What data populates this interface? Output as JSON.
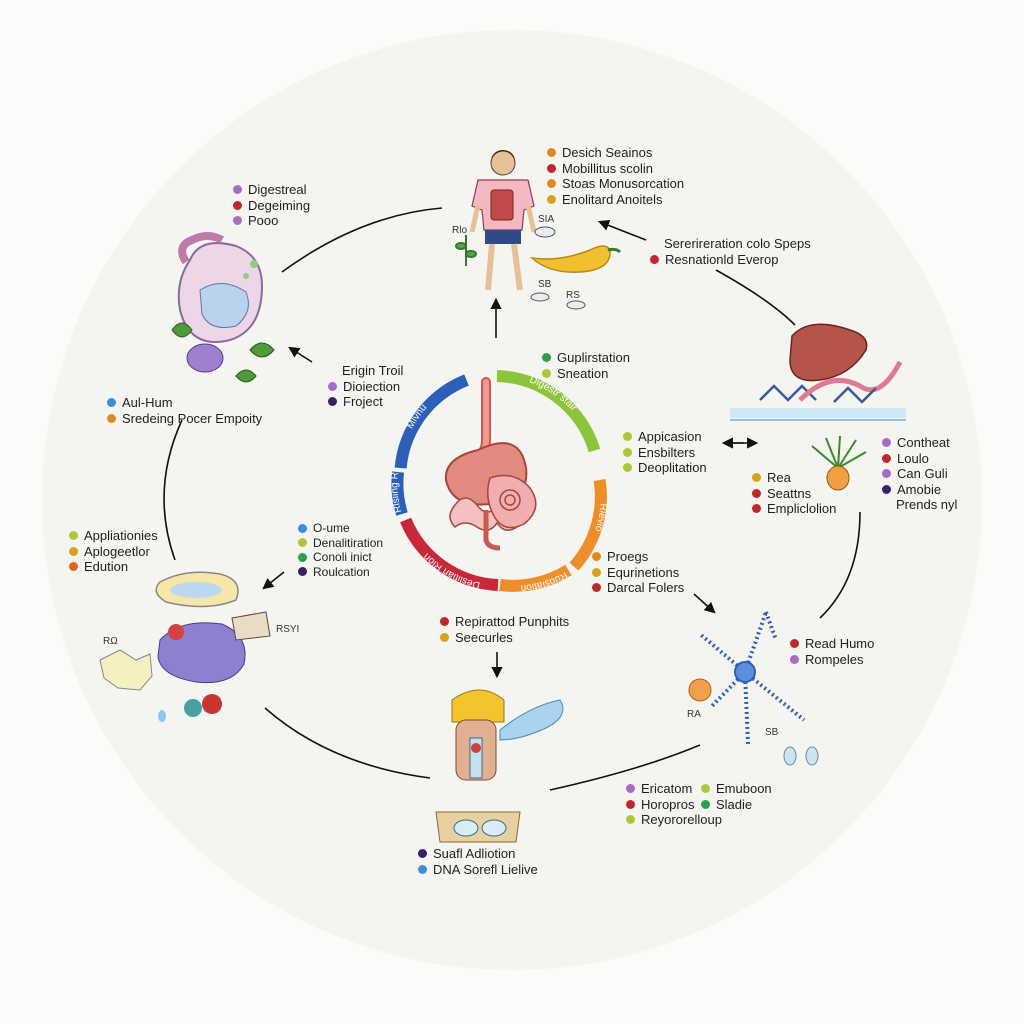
{
  "legends": [
    {
      "id": "digestive",
      "items": [
        {
          "text": "Digestreal",
          "color": "#a56cc1"
        },
        {
          "text": "Degeiming",
          "color": "#c0282d"
        },
        {
          "text": "Pooo",
          "color": "#a56cc1"
        }
      ]
    },
    {
      "id": "human-top",
      "items": [
        {
          "text": "Desich Seainos",
          "color": "#e08a1e"
        },
        {
          "text": "Mobillitus scolin",
          "color": "#c0282d"
        },
        {
          "text": "Stoas Monusorcation",
          "color": "#e08a1e"
        },
        {
          "text": "Enolitard Anoitels",
          "color": "#d9a21b"
        }
      ]
    },
    {
      "id": "respiration",
      "items": [
        {
          "text": "Sererireration colo Speps",
          "color": ""
        },
        {
          "text": "Resnationld Everop",
          "color": "#c0282d"
        }
      ]
    },
    {
      "id": "origin",
      "items": [
        {
          "text": "Erigin Troil",
          "color": ""
        },
        {
          "text": "Dioiection",
          "color": "#a56cc1"
        },
        {
          "text": "Froject",
          "color": "#3b1f6b"
        }
      ]
    },
    {
      "id": "autihum",
      "items": [
        {
          "text": "Aul-Hum",
          "color": "#3b8fd9"
        },
        {
          "text": "Sredeing Pocer Empoity",
          "color": "#e08a1e"
        }
      ]
    },
    {
      "id": "gupli",
      "items": [
        {
          "text": "Guplirstation",
          "color": "#2aa24a"
        },
        {
          "text": "Sneation",
          "color": "#a9c93a"
        }
      ]
    },
    {
      "id": "appli-right",
      "items": [
        {
          "text": "Appicasion",
          "color": "#a9c93a"
        },
        {
          "text": "Ensbilters",
          "color": "#a9c93a"
        },
        {
          "text": "Deoplitation",
          "color": "#a9c93a"
        }
      ]
    },
    {
      "id": "contheat",
      "items": [
        {
          "text": "Contheat",
          "color": "#a56cc1"
        },
        {
          "text": "Loulo",
          "color": "#c0282d"
        },
        {
          "text": "Can Guli",
          "color": "#a56cc1"
        },
        {
          "text": "Amobie",
          "color": "#3b1f6b"
        },
        {
          "text": "Prends nyl",
          "color": ""
        }
      ]
    },
    {
      "id": "rea",
      "items": [
        {
          "text": "Rea",
          "color": "#d9a21b"
        },
        {
          "text": "Seattns",
          "color": "#c0282d"
        },
        {
          "text": "Empliclolion",
          "color": "#c0282d"
        }
      ]
    },
    {
      "id": "appliations-left",
      "items": [
        {
          "text": "Appliationies",
          "color": "#a9c93a"
        },
        {
          "text": "Aplogeetlor",
          "color": "#d9a21b"
        },
        {
          "text": "Edution",
          "color": "#e0641e"
        }
      ]
    },
    {
      "id": "oume",
      "items": [
        {
          "text": "O-ume",
          "color": "#3b8fd9"
        },
        {
          "text": "Denalitiration",
          "color": "#a9c93a"
        },
        {
          "text": "Conoli inict",
          "color": "#2aa24a"
        },
        {
          "text": "Roulcation",
          "color": "#3b1f6b"
        }
      ]
    },
    {
      "id": "proegs",
      "items": [
        {
          "text": "Proegs",
          "color": "#e08a1e"
        },
        {
          "text": "Equrinetions",
          "color": "#d9a21b"
        },
        {
          "text": "Darcal Folers",
          "color": "#c0282d"
        }
      ]
    },
    {
      "id": "repiratod",
      "items": [
        {
          "text": "Repirattod Punphits",
          "color": "#c0282d"
        },
        {
          "text": "Seecurles",
          "color": "#d9a21b"
        }
      ]
    },
    {
      "id": "readhumo",
      "items": [
        {
          "text": "Read Humo",
          "color": "#c0282d"
        },
        {
          "text": "Rompeles",
          "color": "#a56cc1"
        }
      ]
    },
    {
      "id": "ericatom-a",
      "items": [
        {
          "text": "Ericatom",
          "color": "#a56cc1"
        },
        {
          "text": "Horopros",
          "color": "#c0282d"
        },
        {
          "text": "Reyororelloup",
          "color": "#a9c93a"
        }
      ]
    },
    {
      "id": "ericatom-b",
      "items": [
        {
          "text": "Emuboon",
          "color": "#a9c93a"
        },
        {
          "text": "Sladie",
          "color": "#2aa24a"
        }
      ]
    },
    {
      "id": "suafl",
      "items": [
        {
          "text": "Suafl Adliotion",
          "color": "#3b1f6b"
        },
        {
          "text": "DNA Sorefl Lielive",
          "color": "#3b8fd9"
        }
      ]
    }
  ],
  "ring_labels": [
    "Mlvnu",
    "Digestr stair",
    "Rlevio",
    "Deslitian Rlon",
    "Ruoslation",
    "Rlsiing Rlng"
  ],
  "small_labels": {
    "rlo": "Rlo",
    "sia": "SIA",
    "sb": "SB",
    "rs": "RS",
    "ra_left": "RΩ",
    "rsyi": "RSYI",
    "ra_right": "RA",
    "sb2": "SB"
  },
  "colors": {
    "ring_blue": "#2e5fb8",
    "ring_green": "#8cc43c",
    "ring_orange": "#ee8e2a",
    "ring_red": "#c8283a",
    "organ_pink": "#e08a80"
  }
}
